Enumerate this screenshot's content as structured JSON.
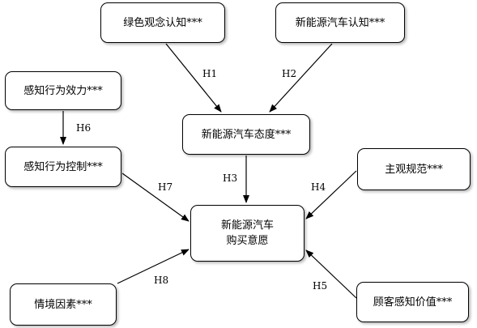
{
  "nodes": {
    "green_cognition": "绿色观念认知***",
    "nev_cognition": "新能源汽车认知***",
    "perceived_efficacy": "感知行为效力***",
    "nev_attitude": "新能源汽车态度***",
    "perceived_control": "感知行为控制***",
    "subjective_norm": "主观规范***",
    "purchase_intention_line1": "新能源汽车",
    "purchase_intention_line2": "购买意愿",
    "situational_factors": "情境因素***",
    "customer_value": "顾客感知价值***"
  },
  "hypotheses": {
    "h1": "H1",
    "h2": "H2",
    "h3": "H3",
    "h4": "H4",
    "h5": "H5",
    "h6": "H6",
    "h7": "H7",
    "h8": "H8"
  }
}
